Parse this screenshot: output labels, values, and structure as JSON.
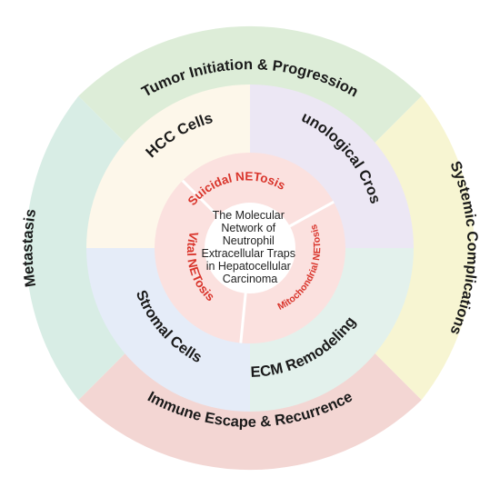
{
  "diagram": {
    "center_text": [
      "The Molecular",
      "Network of",
      "Neutrophil",
      "Extracellular Traps",
      "in Hepatocellular",
      "Carcinoma"
    ],
    "inner_ring": {
      "suicidal": "Suicidal NETosis",
      "vital": "Vital NETosis",
      "mitochondrial": "Mitochondrial NETosis"
    },
    "middle_ring": {
      "hcc_cells": "HCC Cells",
      "immunological_crosstalk": "Immunological Crosstalk",
      "ecm_remodeling": "ECM Remodeling",
      "stromal_cells": "Stromal Cells"
    },
    "outer_ring": {
      "tumor_initiation": "Tumor Initiation & Progression",
      "systemic_complications": "Systemic Complications",
      "immune_escape": "Immune Escape & Recurrence",
      "metastasis": "Metastasis"
    },
    "colors": {
      "outer_top": "#ddedd8",
      "outer_right": "#f7f5d2",
      "outer_bottom": "#f3d6d3",
      "outer_left": "#d8ede5",
      "middle_top_left": "#fdf7ea",
      "middle_top_right": "#ece7f4",
      "middle_bottom_right": "#e3f1ec",
      "middle_bottom_left": "#e5ecf8",
      "inner_ring": "#fbe1df",
      "center": "#ffffff",
      "accent_red": "#d9342b"
    }
  }
}
